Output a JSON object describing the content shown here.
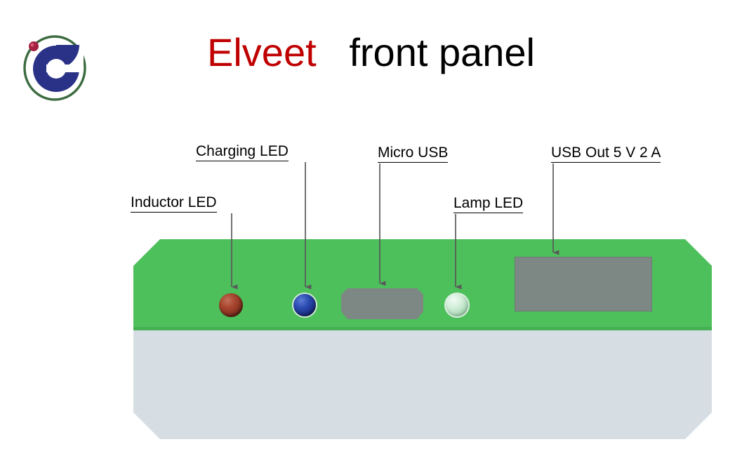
{
  "slide": {
    "title": {
      "brand": "Elveet",
      "gap": "   ",
      "rest": "front panel",
      "brand_color": "#C00000",
      "rest_color": "#000000"
    },
    "logo": {
      "name": "elveet-logo",
      "letter": "e",
      "ring_color": "#3B6B3F",
      "letter_color": "#2A3287",
      "dot_color": "#A51F40"
    }
  },
  "device": {
    "name": "elveet-front-panel",
    "top_color": "#4DBF5B",
    "top_edge_color": "#46B154",
    "body_color": "#D6DEE3",
    "port_color": "#7D8884"
  },
  "components": [
    {
      "key": "inductor_led",
      "label": "Inductor LED",
      "type": "led",
      "color": "#A8472F",
      "leader_from": "right"
    },
    {
      "key": "charging_led",
      "label": "Charging LED",
      "type": "led",
      "color": "#2B4BB0",
      "leader_from": "right"
    },
    {
      "key": "micro_usb",
      "label": "Micro USB",
      "type": "port",
      "color": "#7D8884",
      "leader_from": "left"
    },
    {
      "key": "lamp_led",
      "label": "Lamp LED",
      "type": "led",
      "color": "#D3EEDA",
      "leader_from": "left"
    },
    {
      "key": "usb_out",
      "label": "USB Out 5 V 2 A",
      "type": "port",
      "color": "#7D8884",
      "leader_from": "left"
    }
  ],
  "leader_line_color": "#59595B"
}
